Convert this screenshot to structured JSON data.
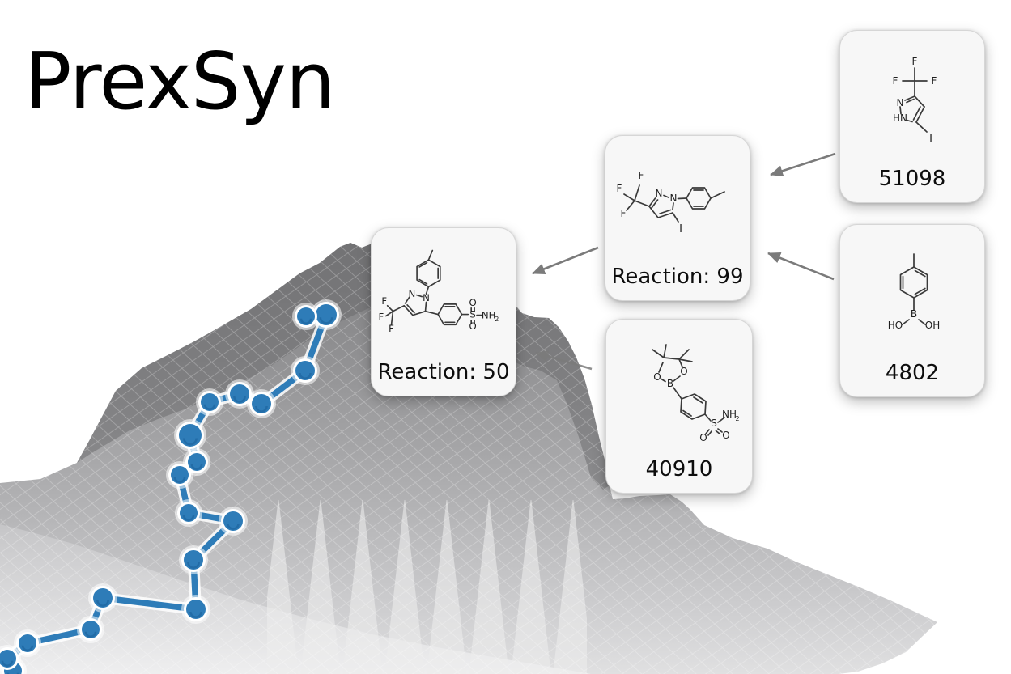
{
  "title": "PrexSyn",
  "colors": {
    "accent_blue": "#2e7cb8",
    "accent_blue_dark": "#1e659f",
    "arrow_gray": "#7b7b7b",
    "card_background": "#f7f7f7",
    "card_border": "#d6d6d6",
    "molecule_stroke": "#3a3a3a",
    "terrain_dark": "#707072",
    "terrain_mid": "#a9a9ab",
    "terrain_light": "#e0e0e1"
  },
  "synthesis_tree": {
    "product": {
      "label": "Reaction: 50",
      "molecule_icon": "celecoxib-structure-icon"
    },
    "intermediate": {
      "label": "Reaction: 99",
      "molecule_icon": "trifluoromethyl-iodo-pyrazole-tolyl-structure-icon"
    },
    "building_blocks": {
      "b51098": {
        "label": "51098",
        "molecule_icon": "trifluoromethyl-iodo-pyrazole-structure-icon"
      },
      "b4802": {
        "label": "4802",
        "molecule_icon": "p-tolylboronic-acid-structure-icon"
      },
      "b40910": {
        "label": "40910",
        "molecule_icon": "pinacol-boronate-benzenesulfonamide-structure-icon"
      }
    },
    "edges": [
      {
        "from": "51098",
        "to": "Reaction: 99"
      },
      {
        "from": "4802",
        "to": "Reaction: 99"
      },
      {
        "from": "Reaction: 99",
        "to": "Reaction: 50"
      },
      {
        "from": "40910",
        "to": "Reaction: 50"
      }
    ]
  },
  "atom_labels": {
    "product": [
      "N",
      "N",
      "F",
      "F",
      "F",
      "S",
      "O",
      "O",
      "NH",
      "2"
    ],
    "intermediate": [
      "F",
      "F",
      "F",
      "N",
      "N",
      "I"
    ],
    "b51098": [
      "F",
      "F",
      "F",
      "N",
      "HN",
      "I"
    ],
    "b4802": [
      "B",
      "HO",
      "OH"
    ],
    "b40910": [
      "O",
      "O",
      "B",
      "S",
      "NH",
      "2",
      "O",
      "O"
    ]
  },
  "optimization_path": {
    "points": [
      [
        16,
        829,
        11
      ],
      [
        9,
        814,
        11
      ],
      [
        34,
        795,
        11
      ],
      [
        112,
        778,
        11
      ],
      [
        127,
        739,
        12
      ],
      [
        242,
        753,
        12
      ],
      [
        239,
        692,
        12
      ],
      [
        288,
        644,
        12
      ],
      [
        233,
        634,
        11
      ],
      [
        222,
        587,
        11
      ],
      [
        243,
        571,
        11
      ],
      [
        235,
        538,
        14
      ],
      [
        259,
        497,
        11
      ],
      [
        296,
        487,
        12
      ],
      [
        323,
        499,
        12
      ],
      [
        377,
        458,
        12
      ],
      [
        403,
        389,
        13
      ],
      [
        378,
        391,
        11
      ]
    ]
  }
}
